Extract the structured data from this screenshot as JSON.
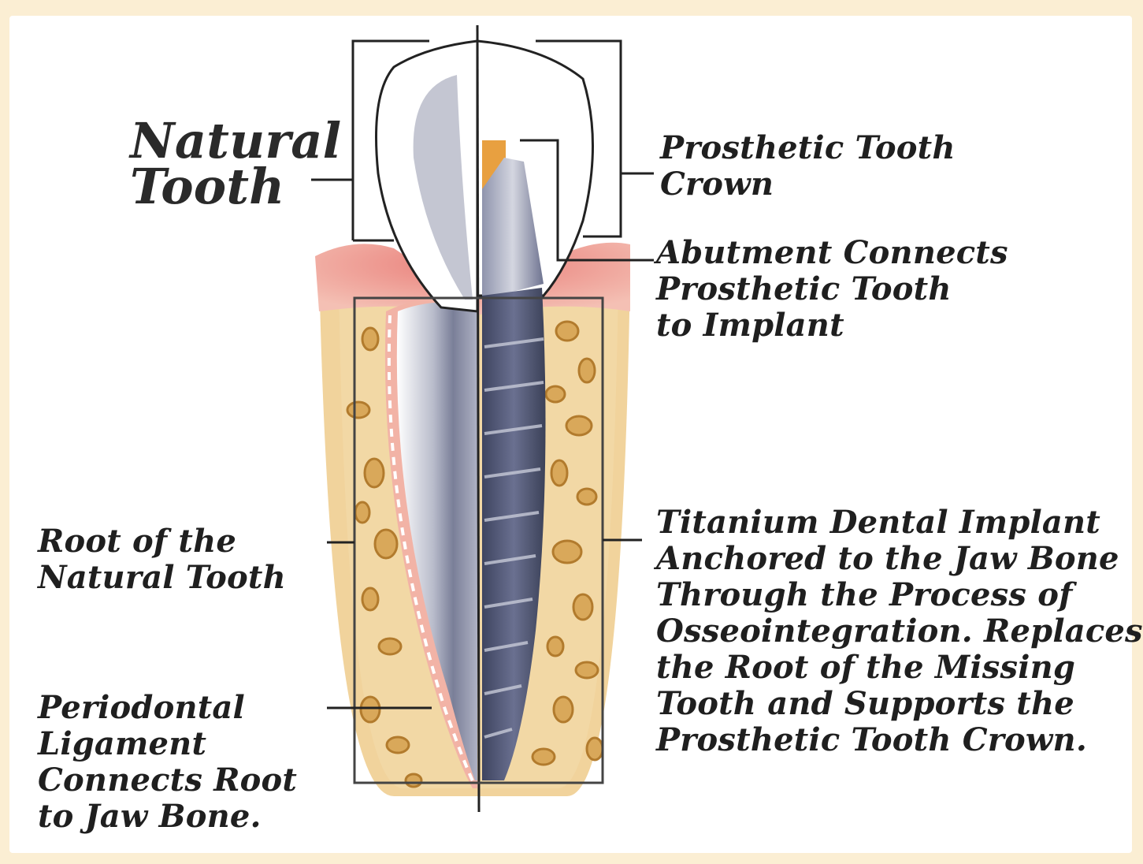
{
  "diagram": {
    "labels": {
      "natural_tooth": "Natural\nTooth",
      "prosthetic_crown": "Prosthetic Tooth\nCrown",
      "abutment": "Abutment Connects\nProsthetic Tooth\nto Implant",
      "root": "Root of the\nNatural Tooth",
      "titanium_implant": "Titanium Dental Implant\nAnchored to the Jaw Bone\nThrough the Process of\nOsseointegration. Replaces\nthe Root of the Missing\nTooth and Supports the\nProsthetic Tooth Crown.",
      "periodontal_ligament": "Periodontal\nLigament\nConnects Root\nto Jaw Bone."
    },
    "colors": {
      "background": "#fbeed3",
      "bone": "#f1cf92",
      "bone_spots": "#c9923f",
      "gum": "#e58a83",
      "tooth_shadow": "#8a8fa6",
      "implant": "#4f5570",
      "abutment_core": "#e8a040",
      "line": "#222222"
    }
  }
}
